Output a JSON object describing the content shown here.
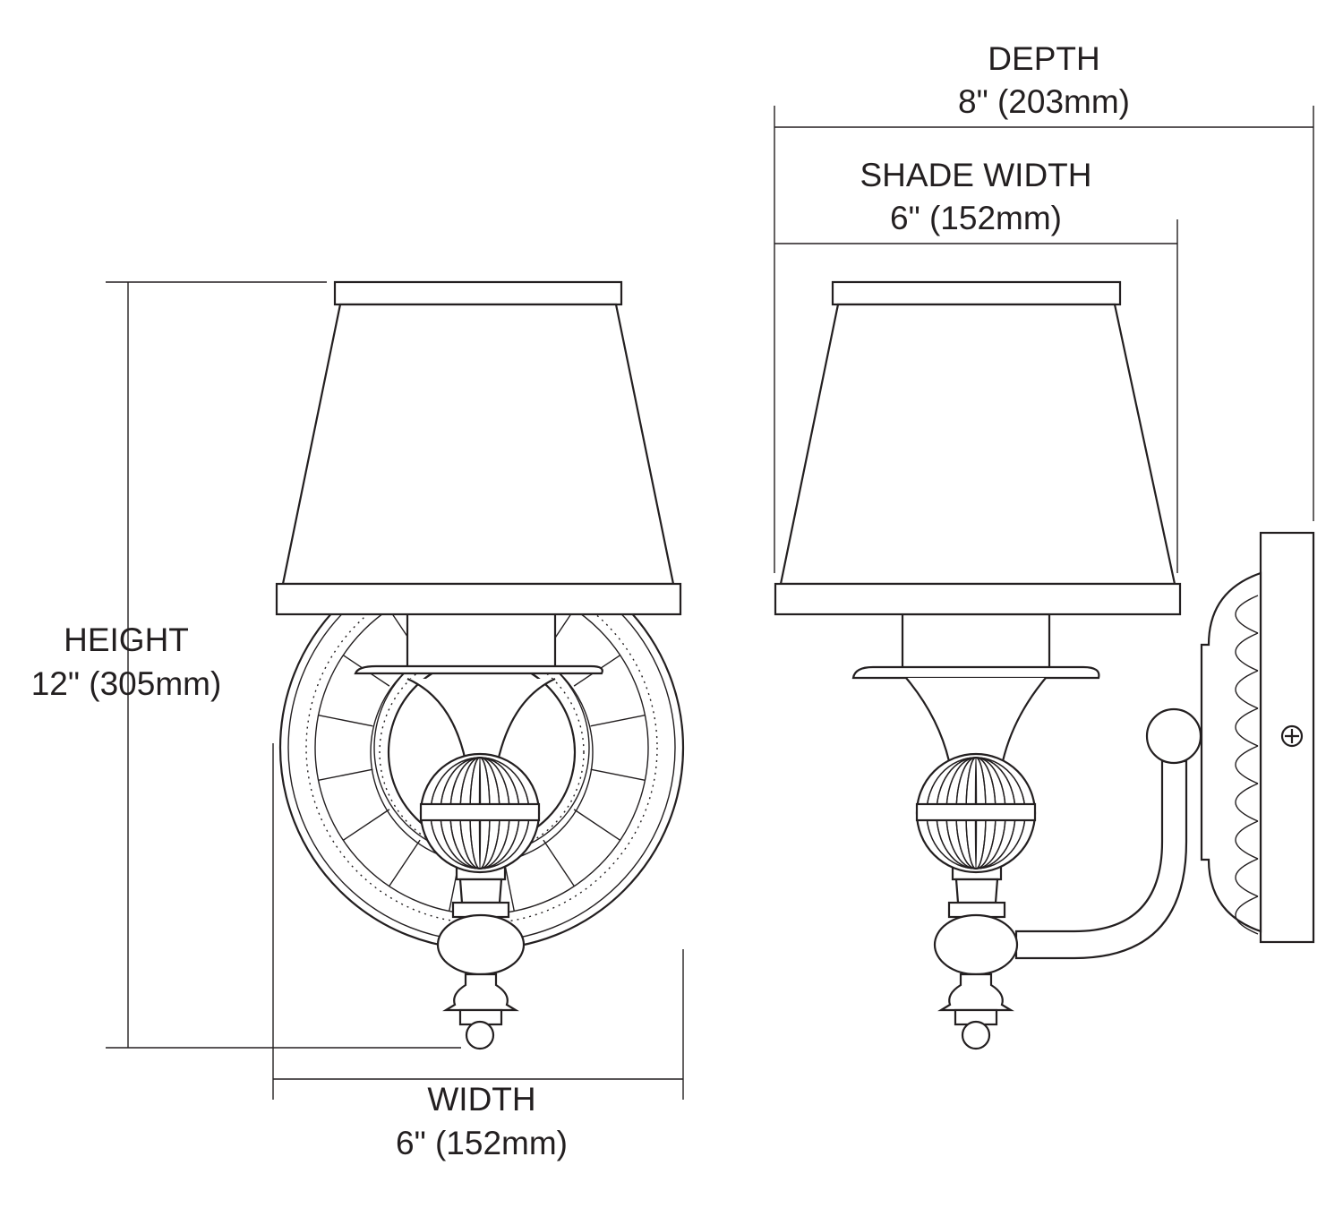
{
  "dimensions": {
    "depth": {
      "label": "DEPTH",
      "value": "8\" (203mm)"
    },
    "shade_width": {
      "label": "SHADE WIDTH",
      "value": "6\" (152mm)"
    },
    "height": {
      "label": "HEIGHT",
      "value": "12\" (305mm)"
    },
    "width": {
      "label": "WIDTH",
      "value": "6\" (152mm)"
    }
  },
  "colors": {
    "line": "#231f20",
    "background": "#ffffff"
  }
}
